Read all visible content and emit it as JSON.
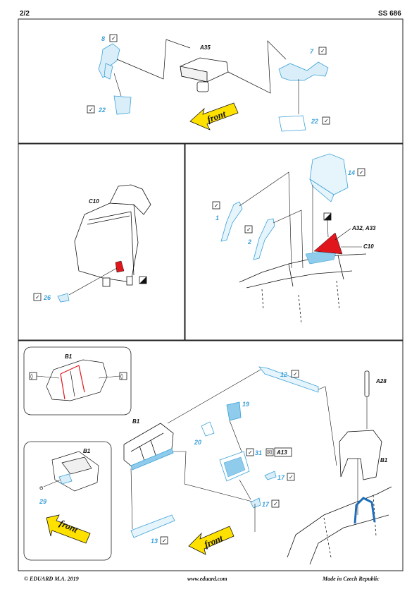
{
  "header": {
    "page": "2/2",
    "code": "SS 686"
  },
  "footer": {
    "copyright": "© EDUARD  M.A. 2019",
    "url": "www.eduard.com",
    "made": "Made in Czech Republic"
  },
  "panel1": {
    "parts": [
      "8",
      "22",
      "A35",
      "7",
      "22"
    ],
    "front": "front"
  },
  "panel2": {
    "parts": [
      "C10",
      "26"
    ]
  },
  "panel3": {
    "parts": [
      "14",
      "1",
      "2",
      "A32, A33",
      "C10"
    ]
  },
  "panel4": {
    "inset1": "B1",
    "inset2": "B1",
    "parts": [
      "12",
      "A28",
      "19",
      "B1",
      "20",
      "31",
      "A13",
      "17",
      "17",
      "B1",
      "29",
      "13"
    ],
    "front1": "front",
    "front2": "front"
  },
  "colors": {
    "photoetch": "#3aa0d8",
    "paint_red": "#e0161c",
    "arrow_yellow": "#ffe100"
  }
}
